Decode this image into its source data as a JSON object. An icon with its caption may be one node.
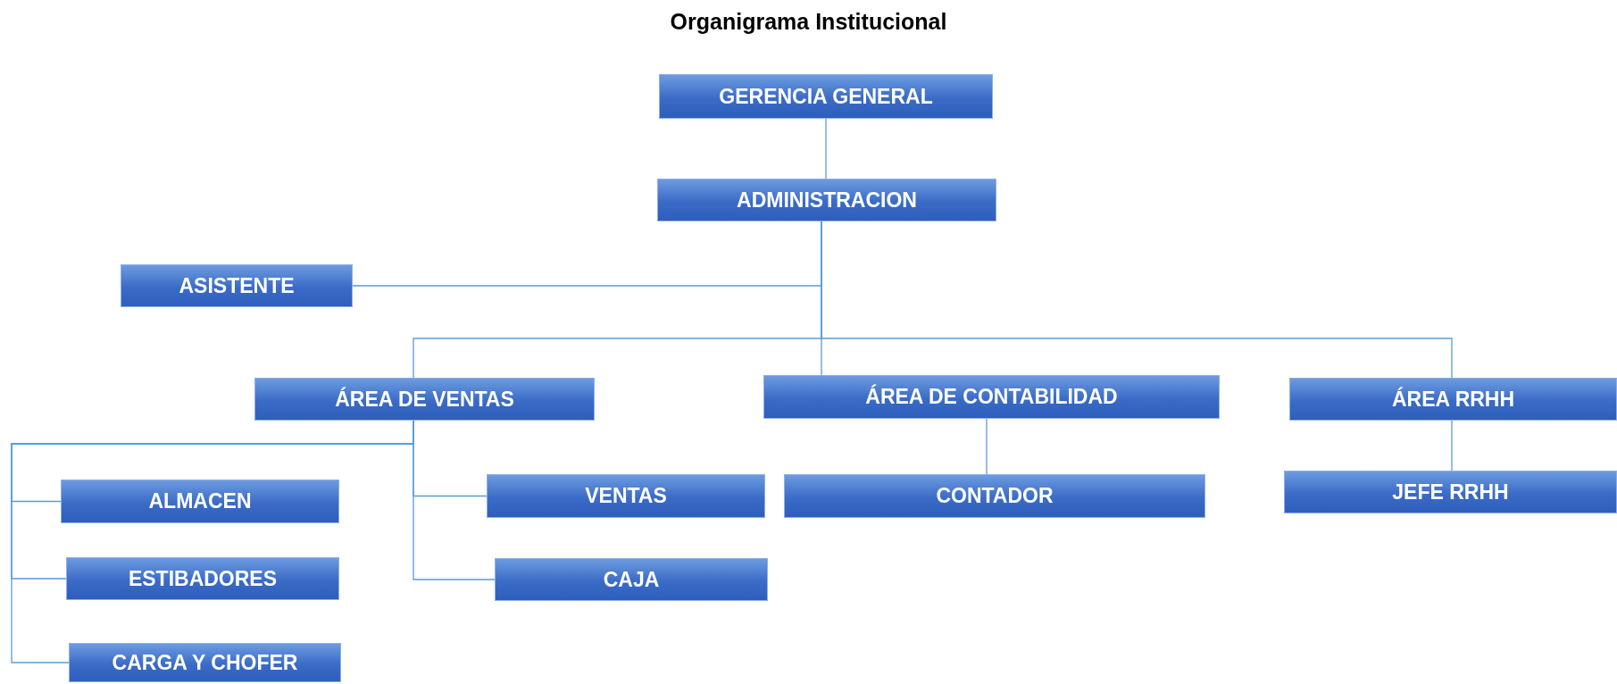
{
  "diagram": {
    "title": "Organigrama Institucional",
    "nodes": [
      {
        "text": [
          "GERENCIA GENERAL"
        ]
      },
      {
        "text": [
          "ADMINISTRACION"
        ]
      },
      {
        "text": [
          "ASISTENTE"
        ]
      },
      {
        "text": [
          "ÁREA DE VENTAS"
        ]
      },
      {
        "text": [
          "ÁREA DE CONTABILIDAD"
        ]
      },
      {
        "text": [
          "ÁREA RRHH"
        ]
      },
      {
        "text": [
          "ALMACEN"
        ]
      },
      {
        "text": [
          "VENTAS"
        ]
      },
      {
        "text": [
          "CONTADOR"
        ]
      },
      {
        "text": [
          "JEFE RRHH"
        ]
      },
      {
        "text": [
          "ESTIBADORES"
        ]
      },
      {
        "text": [
          "CAJA"
        ]
      },
      {
        "text": [
          "CARGA Y CHOFER"
        ]
      }
    ],
    "edges": [
      {
        "from": 0,
        "to": 1,
        "arrow": "none"
      },
      {
        "from": 1,
        "to": 2,
        "arrow": "none"
      },
      {
        "from": 1,
        "to": 3,
        "arrow": "none"
      },
      {
        "from": 1,
        "to": 4,
        "arrow": "none"
      },
      {
        "from": 1,
        "to": 5,
        "arrow": "none"
      },
      {
        "from": 3,
        "to": 6,
        "arrow": "none"
      },
      {
        "from": 3,
        "to": 10,
        "arrow": "none"
      },
      {
        "from": 3,
        "to": 12,
        "arrow": "none"
      },
      {
        "from": 3,
        "to": 7,
        "arrow": "none"
      },
      {
        "from": 3,
        "to": 11,
        "arrow": "none"
      },
      {
        "from": 4,
        "to": 8,
        "arrow": "none"
      },
      {
        "from": 5,
        "to": 9,
        "arrow": "none"
      }
    ]
  }
}
